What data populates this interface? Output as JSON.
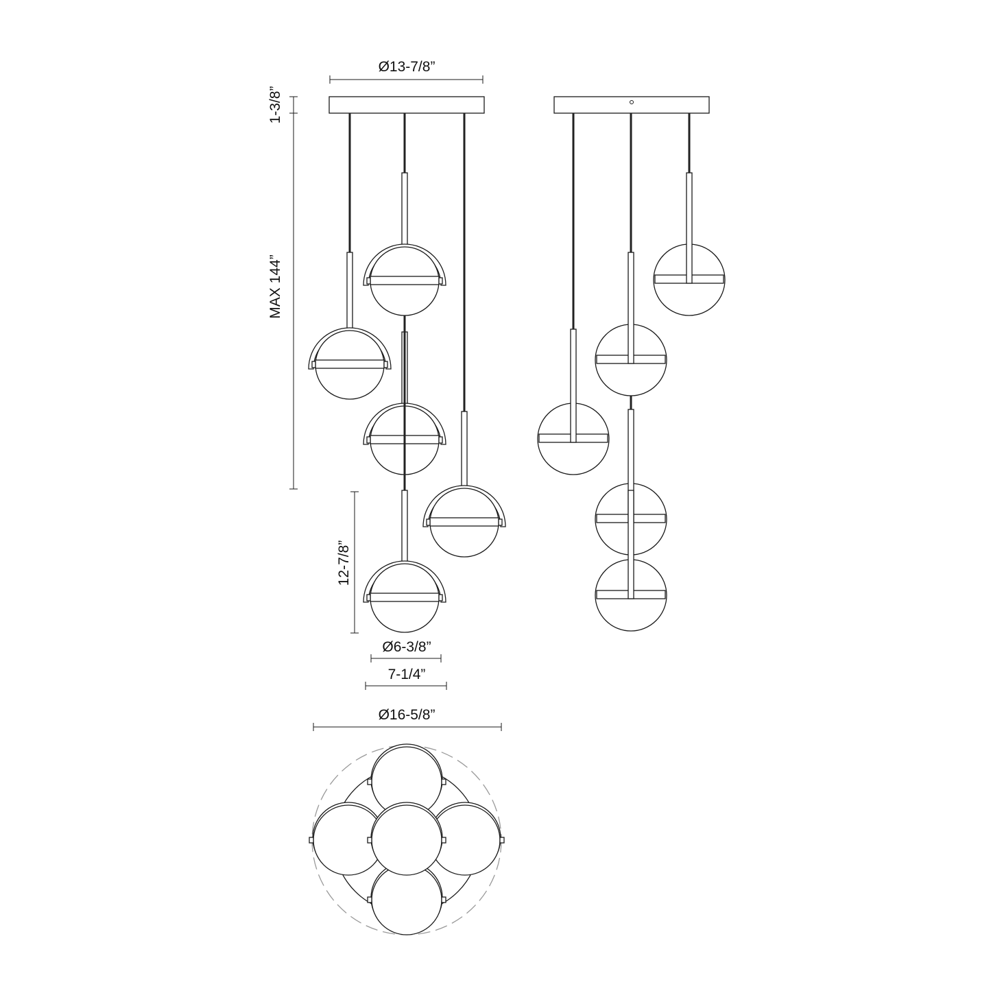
{
  "dimensions": {
    "canopy_diameter": "Ø13-7/8”",
    "canopy_height": "1-3/8”",
    "max_height": "MAX 144”",
    "pendant_height": "12-7/8”",
    "globe_diameter": "Ø6-3/8”",
    "pendant_width": "7-1/4”",
    "overall_diameter": "Ø16-5/8”"
  },
  "colors": {
    "line": "#1a1a1a",
    "dashed_outline": "#999999",
    "background": "#ffffff"
  }
}
